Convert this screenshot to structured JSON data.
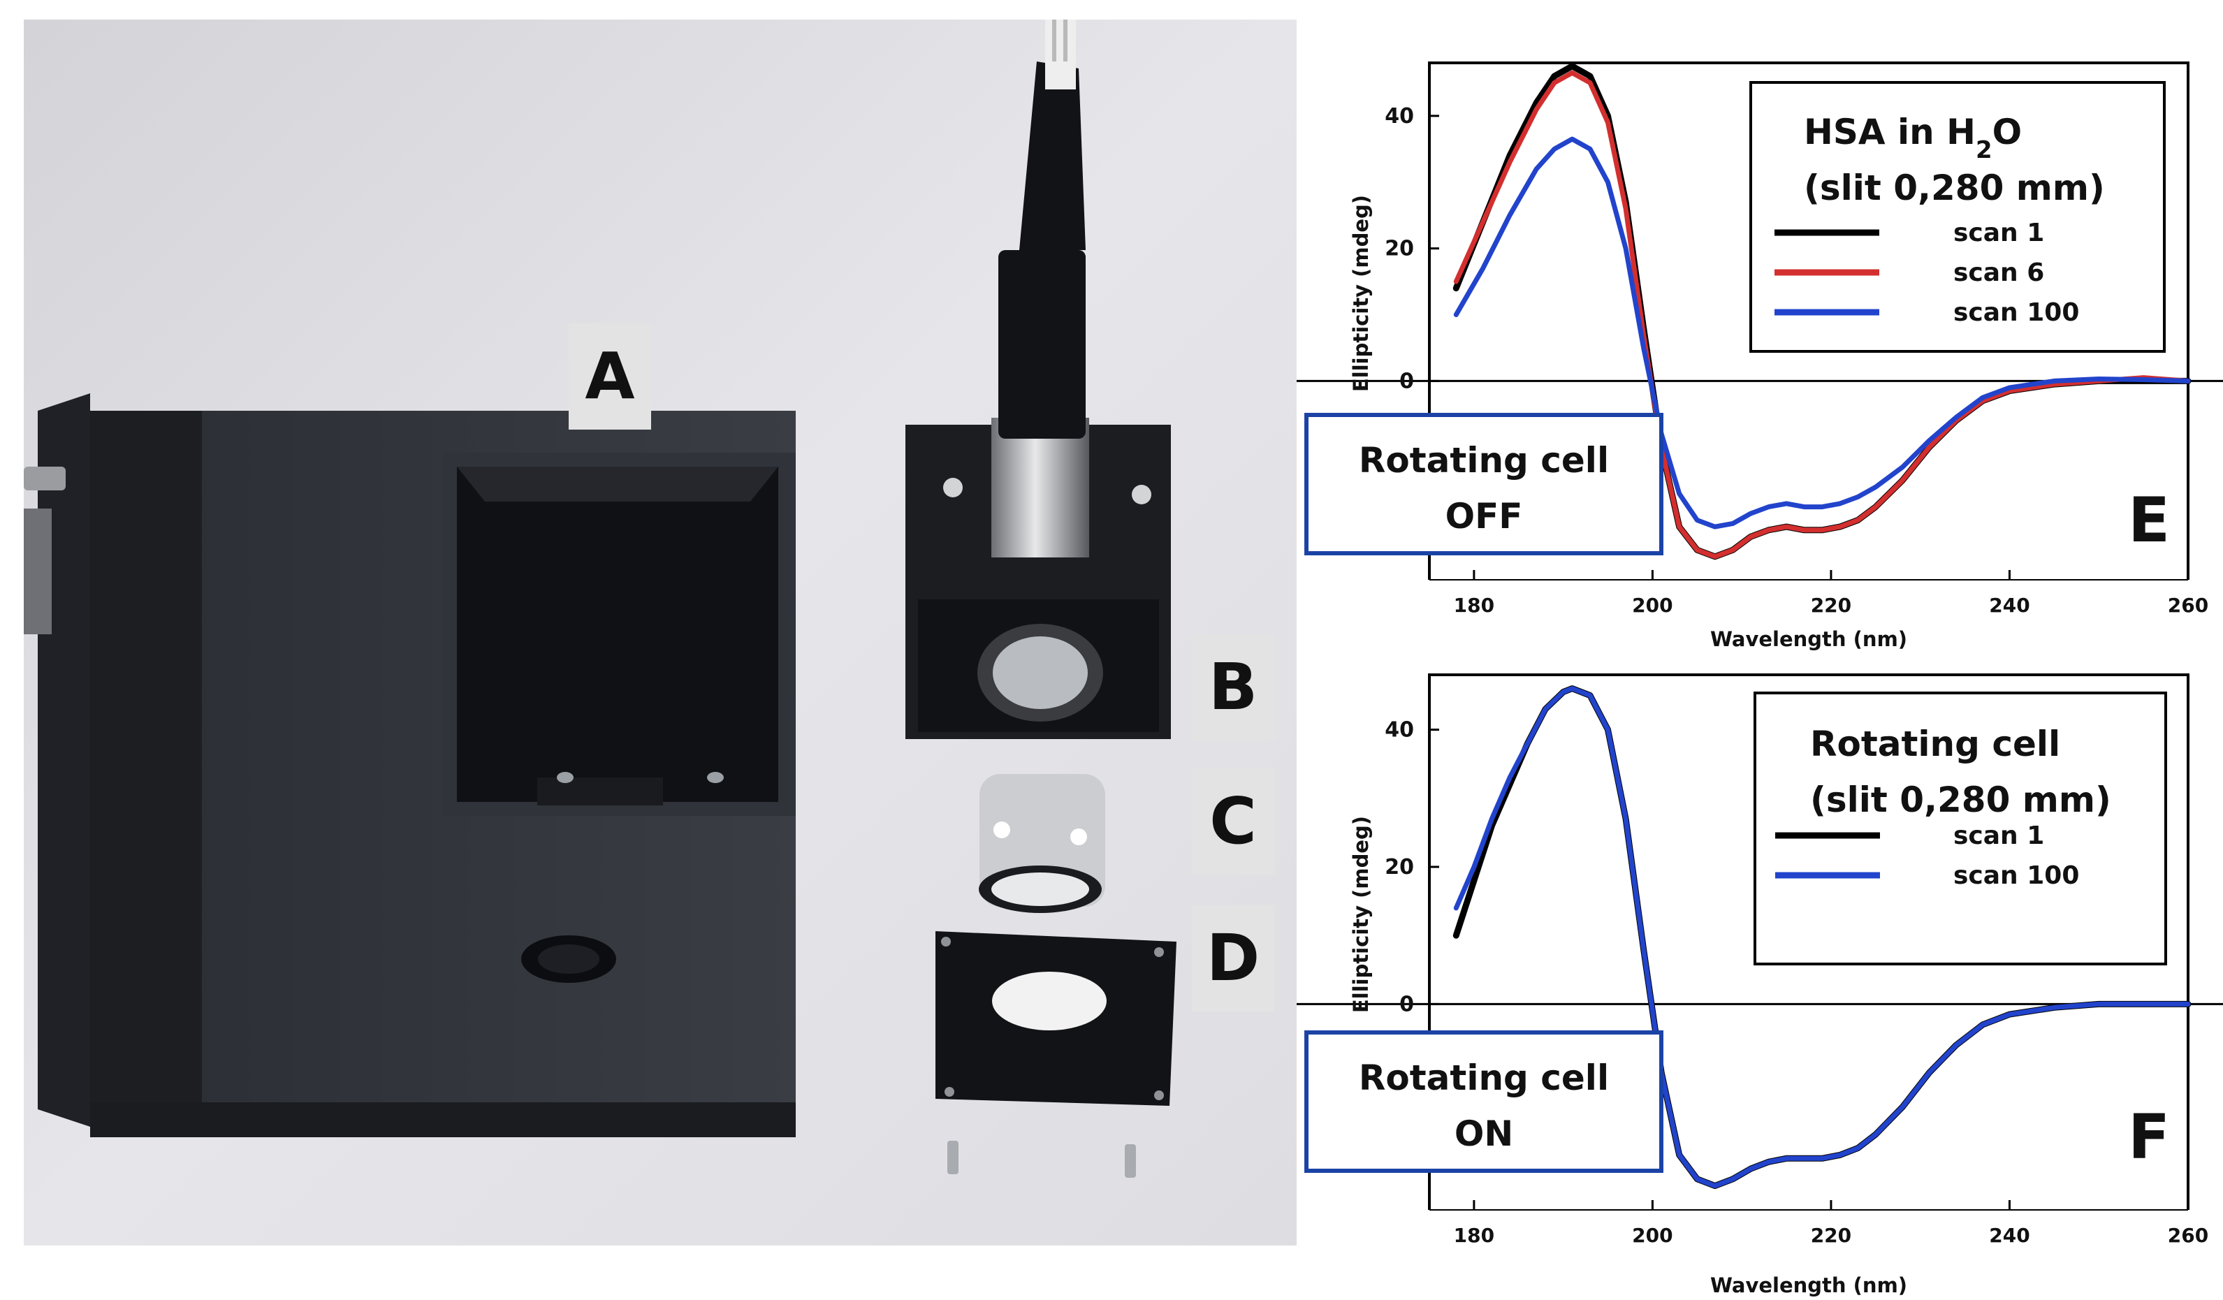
{
  "photo": {
    "labels": [
      "A",
      "B",
      "C",
      "D"
    ]
  },
  "chart_data": [
    {
      "type": "line",
      "panel_label": "E",
      "xlabel": "Wavelength (nm)",
      "ylabel": "Ellipticity (mdeg)",
      "xlim": [
        175,
        260
      ],
      "ylim": [
        -30,
        48
      ],
      "x_ticks": [
        180,
        200,
        220,
        240,
        260
      ],
      "y_ticks": [
        0,
        20,
        40
      ],
      "legend": {
        "title_line1": "HSA in H",
        "title_sub": "2",
        "title_tail": "O",
        "title_line2": "(slit 0,280 mm)",
        "placement": "top-right"
      },
      "status_box": {
        "title": "Rotating cell",
        "state": "OFF",
        "state_color": "#d32f2f"
      },
      "series": [
        {
          "name": "scan 1",
          "color": "#000000",
          "x": [
            178,
            181,
            184,
            187,
            189,
            191,
            193,
            195,
            197,
            199,
            201,
            203,
            205,
            207,
            209,
            211,
            213,
            215,
            217,
            219,
            221,
            223,
            225,
            228,
            231,
            234,
            237,
            240,
            245,
            250,
            255,
            260
          ],
          "y": [
            14,
            24,
            34,
            42,
            46,
            47.5,
            46,
            40,
            27,
            8,
            -10,
            -22,
            -25.5,
            -26.5,
            -25.5,
            -23.5,
            -22.5,
            -22,
            -22.5,
            -22.5,
            -22,
            -21,
            -19,
            -15,
            -10,
            -6,
            -3,
            -1.5,
            -0.5,
            0,
            0,
            0
          ]
        },
        {
          "name": "scan 6",
          "color": "#d32f2f",
          "x": [
            178,
            181,
            184,
            187,
            189,
            191,
            193,
            195,
            197,
            199,
            201,
            203,
            205,
            207,
            209,
            211,
            213,
            215,
            217,
            219,
            221,
            223,
            225,
            228,
            231,
            234,
            237,
            240,
            245,
            250,
            255,
            260
          ],
          "y": [
            15,
            24,
            33,
            41,
            45,
            46.5,
            45,
            39,
            26,
            7,
            -10,
            -22,
            -25.5,
            -26.5,
            -25.5,
            -23.5,
            -22.5,
            -22,
            -22.5,
            -22.5,
            -22,
            -21,
            -19,
            -15,
            -10,
            -6,
            -3,
            -1.5,
            -0.5,
            0,
            0.5,
            0
          ]
        },
        {
          "name": "scan 100",
          "color": "#2244cc",
          "x": [
            178,
            181,
            184,
            187,
            189,
            191,
            193,
            195,
            197,
            199,
            201,
            203,
            205,
            207,
            209,
            211,
            213,
            215,
            217,
            219,
            221,
            223,
            225,
            228,
            231,
            234,
            237,
            240,
            245,
            250,
            255,
            260
          ],
          "y": [
            10,
            17,
            25,
            32,
            35,
            36.5,
            35,
            30,
            20,
            5,
            -8,
            -17,
            -21,
            -22,
            -21.5,
            -20,
            -19,
            -18.5,
            -19,
            -19,
            -18.5,
            -17.5,
            -16,
            -13,
            -9,
            -5.5,
            -2.5,
            -1,
            0,
            0.3,
            0.2,
            0
          ]
        }
      ]
    },
    {
      "type": "line",
      "panel_label": "F",
      "xlabel": "Wavelength (nm)",
      "ylabel": "Ellipticity (mdeg)",
      "xlim": [
        175,
        260
      ],
      "ylim": [
        -30,
        48
      ],
      "x_ticks": [
        180,
        200,
        220,
        240,
        260
      ],
      "y_ticks": [
        0,
        20,
        40
      ],
      "legend": {
        "title_line1": "Rotating cell",
        "title_sub": "",
        "title_tail": "",
        "title_line2": "(slit 0,280 mm)",
        "placement": "top-right"
      },
      "status_box": {
        "title": "Rotating cell",
        "state": "ON",
        "state_color": "#2e9a3e"
      },
      "series": [
        {
          "name": "scan 1",
          "color": "#000000",
          "x": [
            178,
            180,
            182,
            184,
            186,
            188,
            190,
            191,
            193,
            195,
            197,
            199,
            201,
            203,
            205,
            207,
            209,
            211,
            213,
            215,
            217,
            219,
            221,
            223,
            225,
            228,
            231,
            234,
            237,
            240,
            245,
            250,
            255,
            260
          ],
          "y": [
            10,
            18,
            26,
            32,
            38,
            43,
            45.5,
            46,
            45,
            40,
            27,
            8,
            -10,
            -22,
            -25.5,
            -26.5,
            -25.5,
            -24,
            -23,
            -22.5,
            -22.5,
            -22.5,
            -22,
            -21,
            -19,
            -15,
            -10,
            -6,
            -3,
            -1.5,
            -0.5,
            0,
            0,
            0
          ]
        },
        {
          "name": "scan 100",
          "color": "#2244cc",
          "x": [
            178,
            180,
            182,
            184,
            186,
            188,
            190,
            191,
            193,
            195,
            197,
            199,
            201,
            203,
            205,
            207,
            209,
            211,
            213,
            215,
            217,
            219,
            221,
            223,
            225,
            228,
            231,
            234,
            237,
            240,
            245,
            250,
            255,
            260
          ],
          "y": [
            14,
            20,
            27,
            33,
            38,
            43,
            45.5,
            46,
            45,
            40,
            27,
            8,
            -10,
            -22,
            -25.5,
            -26.5,
            -25.5,
            -24,
            -23,
            -22.5,
            -22.5,
            -22.5,
            -22,
            -21,
            -19,
            -15,
            -10,
            -6,
            -3,
            -1.5,
            -0.5,
            0,
            0,
            0
          ]
        }
      ]
    }
  ]
}
